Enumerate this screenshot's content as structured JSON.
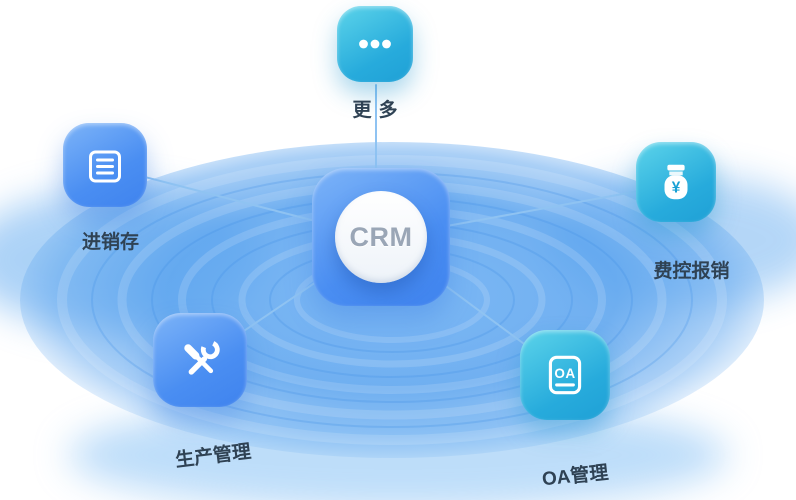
{
  "diagram": {
    "center": {
      "label": "CRM"
    },
    "top": {
      "label": "更多"
    },
    "left": {
      "label": "进销存"
    },
    "right": {
      "label": "费控报销",
      "jar_symbol": "¥"
    },
    "bottom_left": {
      "label": "生产管理"
    },
    "bottom_right": {
      "label": "OA管理",
      "doc_text": "OA"
    }
  },
  "colors": {
    "blue_tile": "#4a8ef2",
    "teal_tile": "#27abdc",
    "label_text": "#2f4254",
    "connector_line": "#8fc3f2",
    "ripple_disc": "#58a2ee",
    "crm_text": "#9aa6b6"
  }
}
